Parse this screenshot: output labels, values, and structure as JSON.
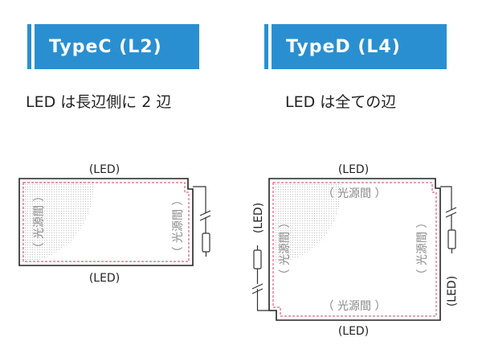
{
  "left": {
    "badge": "TypeC (L2)",
    "caption": "LED は長辺側に 2 辺",
    "top_led": "(LED)",
    "bottom_led": "(LED)",
    "left_zone": "（ 光源間 ）",
    "right_zone": "（ 光源間 ）"
  },
  "right": {
    "badge": "TypeD (L4)",
    "caption": "LED は全ての辺",
    "top_led": "(LED)",
    "bottom_led": "(LED)",
    "left_led": "(LED)",
    "right_led": "(LED)",
    "top_zone": "（ 光源間 ）",
    "bottom_zone": "（ 光源間 ）",
    "left_zone": "（ 光源間 ）",
    "right_zone": "（ 光源間 ）"
  },
  "colors": {
    "banner": "#2a8fd0",
    "dash": "#d04060",
    "frame": "#222222",
    "zone_text": "#888888"
  }
}
